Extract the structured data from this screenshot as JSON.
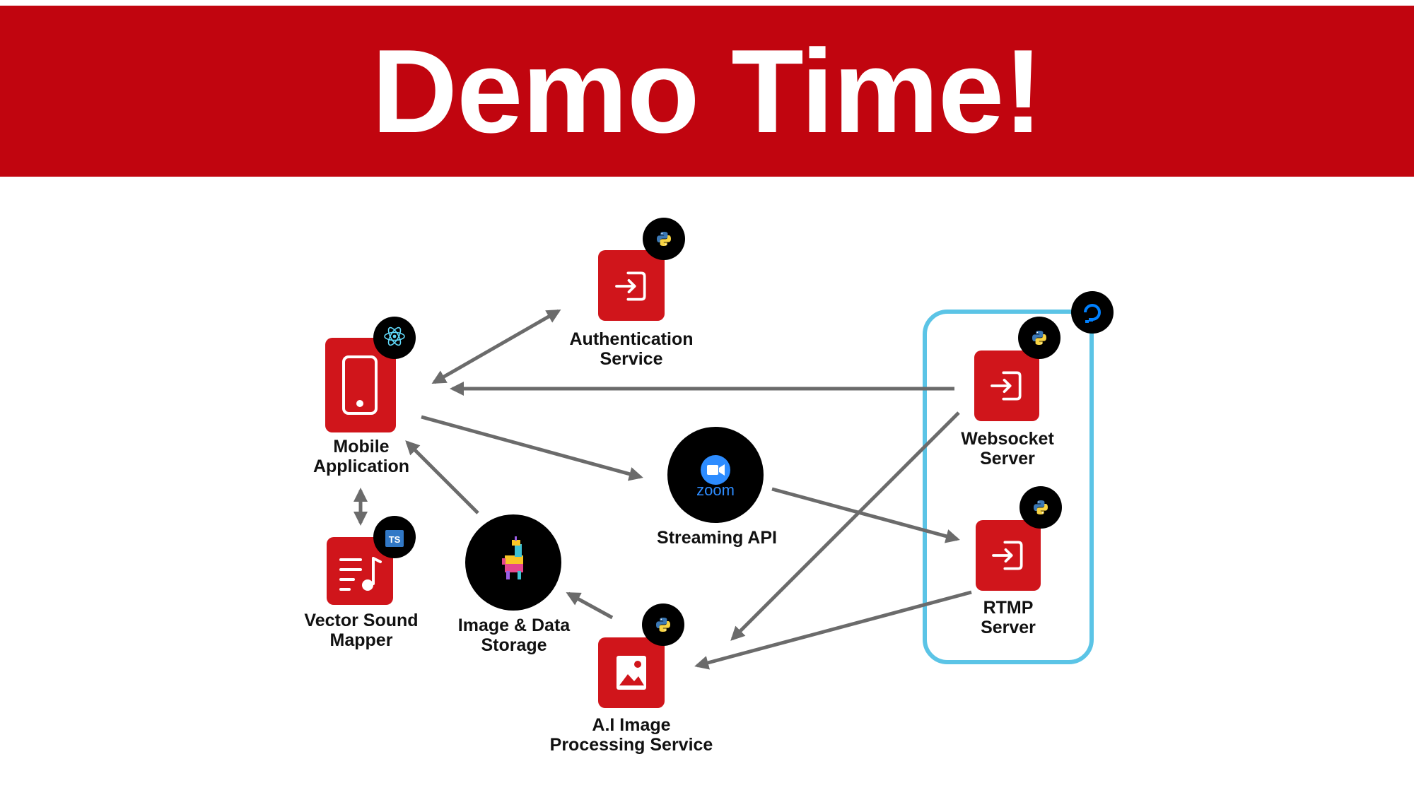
{
  "title": "Demo Time!",
  "colors": {
    "brand_red": "#c1050f",
    "node_red": "#d0151b",
    "arrow_gray": "#6b6b6b",
    "group_border": "#5bc4e6",
    "badge_black": "#000000"
  },
  "nodes": {
    "authentication": {
      "line1": "Authentication",
      "line2": "Service",
      "icon": "login-arrow-icon",
      "badge": "python-icon"
    },
    "mobile": {
      "line1": "Mobile",
      "line2": "Application",
      "icon": "smartphone-icon",
      "badge": "react-icon"
    },
    "vector_sound": {
      "line1": "Vector Sound",
      "line2": "Mapper",
      "icon": "playlist-music-icon",
      "badge": "typescript-icon",
      "badge_text": "TS"
    },
    "storage": {
      "line1": "Image & Data",
      "line2": "Storage",
      "icon": "llama-pinata-icon"
    },
    "streaming": {
      "line1": "Streaming API",
      "icon": "zoom-logo-icon",
      "logo_text": "zoom"
    },
    "ai_image": {
      "line1": "A.I Image",
      "line2": "Processing Service",
      "icon": "image-icon",
      "badge": "python-icon"
    },
    "websocket": {
      "line1": "Websocket",
      "line2": "Server",
      "icon": "login-arrow-icon",
      "badge": "python-icon"
    },
    "rtmp": {
      "line1": "RTMP",
      "line2": "Server",
      "icon": "login-arrow-icon",
      "badge": "python-icon"
    }
  },
  "group": {
    "badge": "digitalocean-icon"
  }
}
